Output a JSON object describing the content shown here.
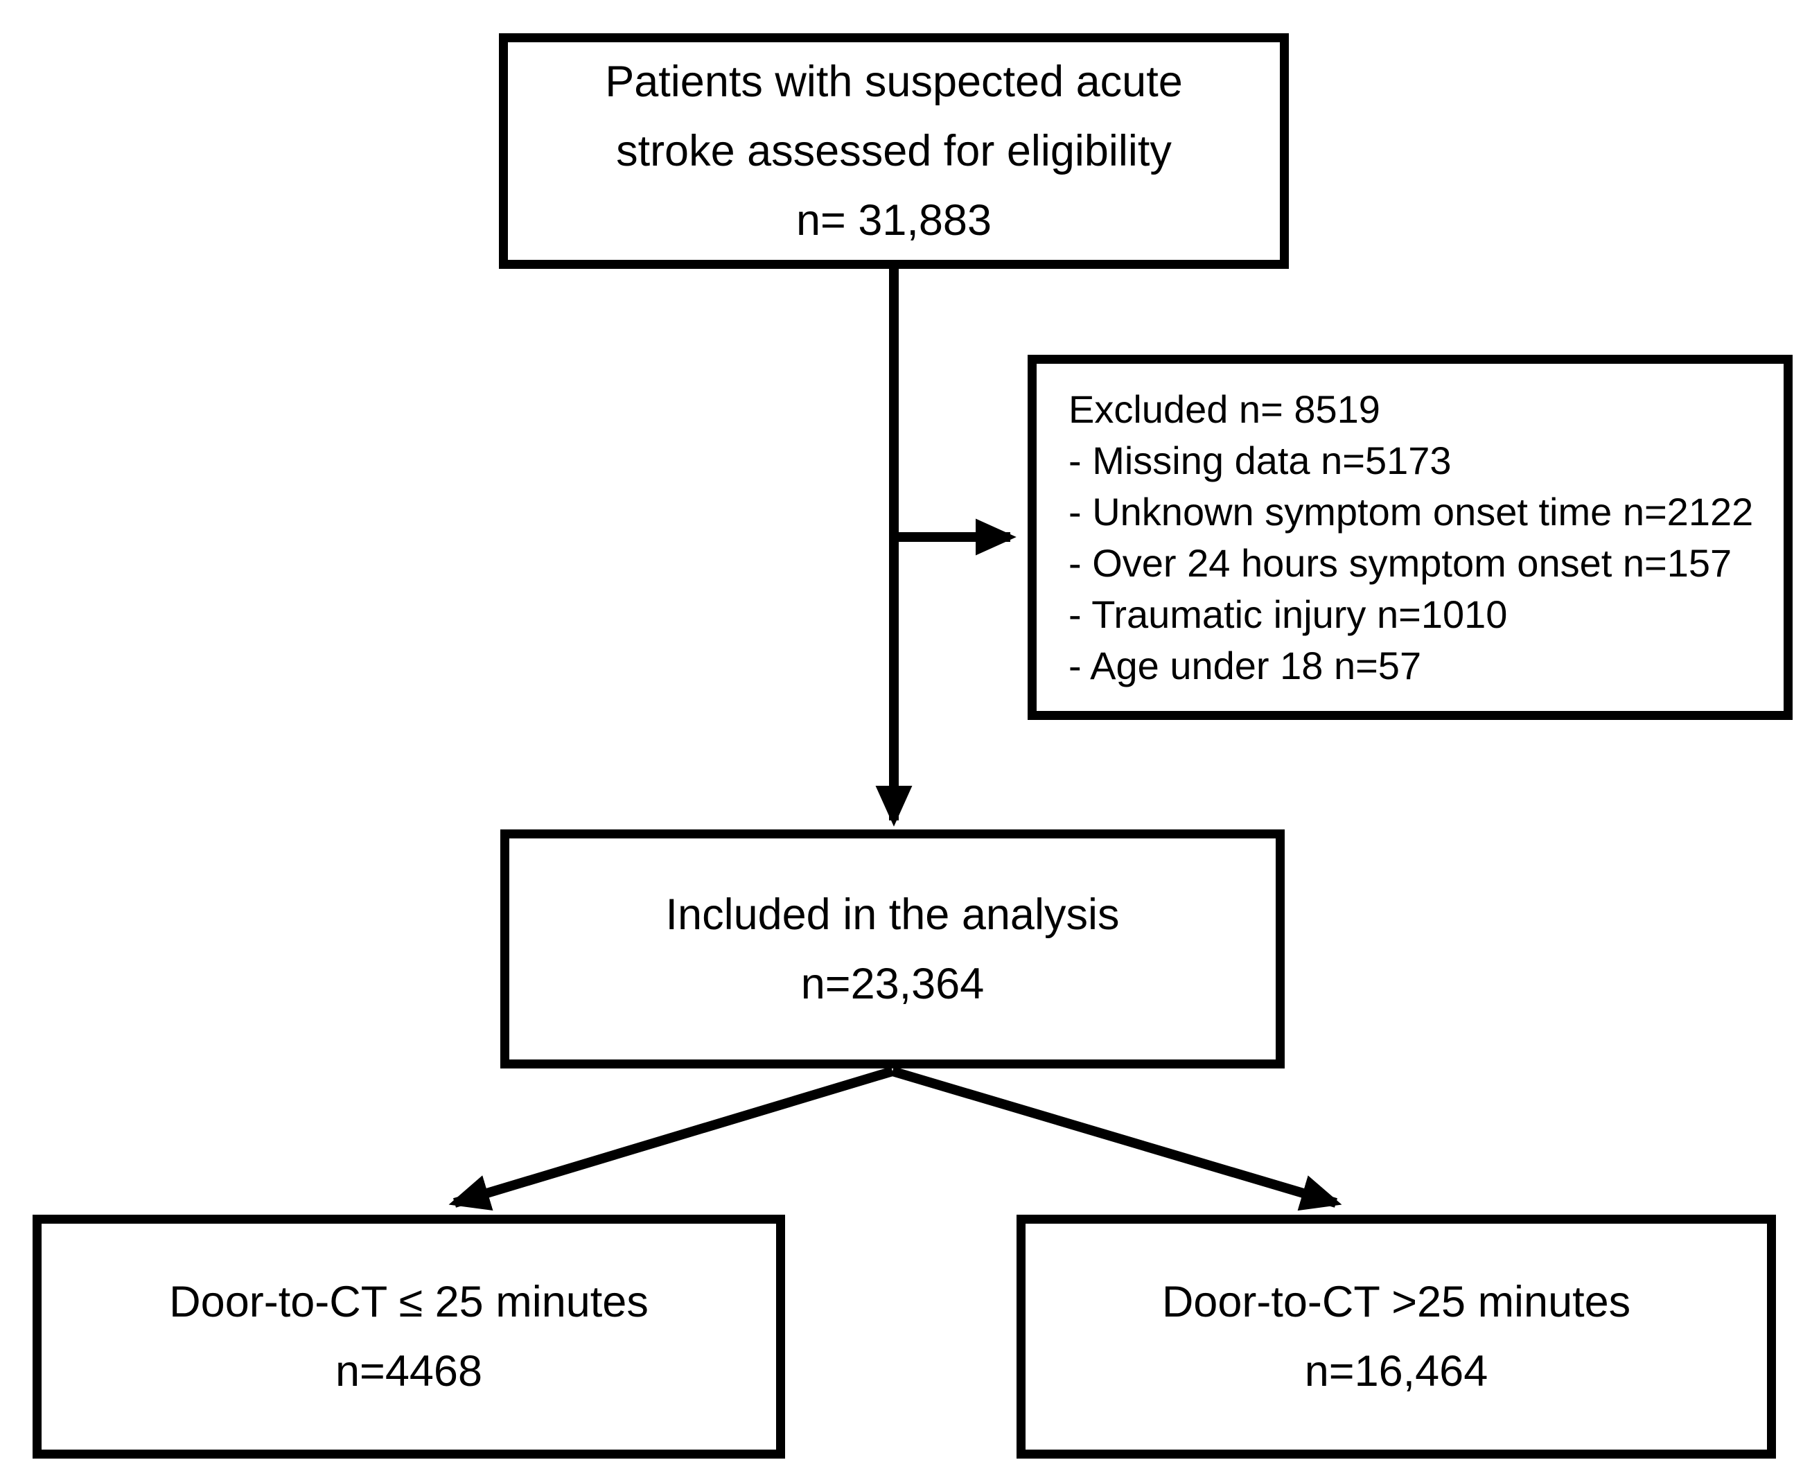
{
  "colors": {
    "background": "#ffffff",
    "line": "#000000",
    "text": "#000000"
  },
  "flowchart": {
    "eligibility_box": {
      "lines": [
        "Patients with suspected acute",
        "stroke assessed for eligibility",
        "n= 31,883"
      ]
    },
    "excluded_box": {
      "title": "Excluded n= 8519",
      "items": [
        "- Missing data n=5173",
        "- Unknown symptom onset time n=2122",
        "- Over 24 hours symptom onset n=157",
        "- Traumatic injury n=1010",
        "- Age under 18 n=57"
      ]
    },
    "included_box": {
      "lines": [
        "Included in the analysis",
        "n=23,364"
      ]
    },
    "door_le25_box": {
      "lines": [
        "Door-to-CT ≤ 25 minutes",
        "n=4468"
      ]
    },
    "door_gt25_box": {
      "lines": [
        "Door-to-CT >25 minutes",
        "n=16,464"
      ]
    }
  }
}
